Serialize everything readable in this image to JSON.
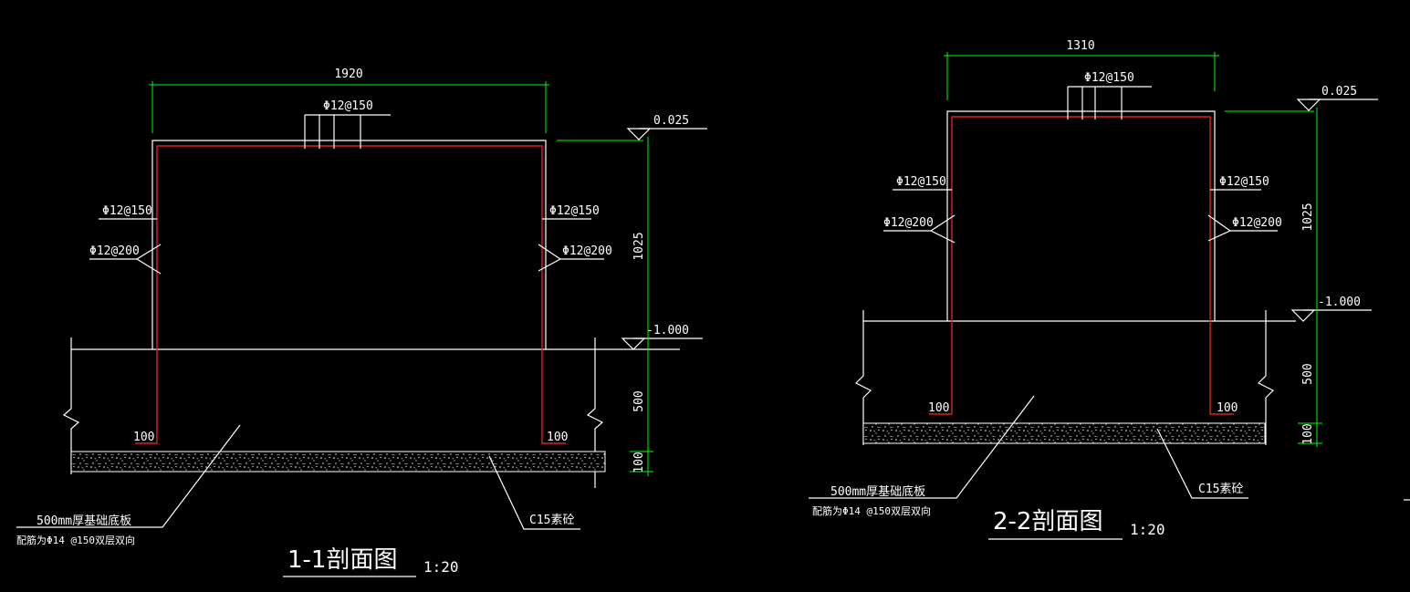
{
  "section_1": {
    "width_dim": "1920",
    "top_rebar": "Φ12@150",
    "left_rebar_1": "Φ12@150",
    "left_rebar_2": "Φ12@200",
    "right_rebar_1": "Φ12@150",
    "right_rebar_2": "Φ12@200",
    "elev_top": "0.025",
    "elev_bottom": "-1.000",
    "height_dim": "1025",
    "slab_dim": "500",
    "bed_dim": "100",
    "left_hook": "100",
    "right_hook": "100",
    "slab_note_1": "500mm厚基础底板",
    "slab_note_2": "配筋为Φ14 @150双层双向",
    "concrete_note": "C15素砼",
    "title": "1-1剖面图",
    "scale": "1:20"
  },
  "section_2": {
    "width_dim": "1310",
    "top_rebar": "Φ12@150",
    "left_rebar_1": "Φ12@150",
    "left_rebar_2": "Φ12@200",
    "right_rebar_1": "Φ12@150",
    "right_rebar_2": "Φ12@200",
    "elev_top": "0.025",
    "elev_bottom": "-1.000",
    "height_dim": "1025",
    "slab_dim": "500",
    "bed_dim": "100",
    "left_hook": "100",
    "right_hook": "100",
    "slab_note_1": "500mm厚基础底板",
    "slab_note_2": "配筋为Φ14 @150双层双向",
    "concrete_note": "C15素砼",
    "title": "2-2剖面图",
    "scale": "1:20"
  },
  "colors": {
    "background": "#000000",
    "linework": "#ffffff",
    "dimension": "#00ff00",
    "rebar": "#e0201a"
  }
}
